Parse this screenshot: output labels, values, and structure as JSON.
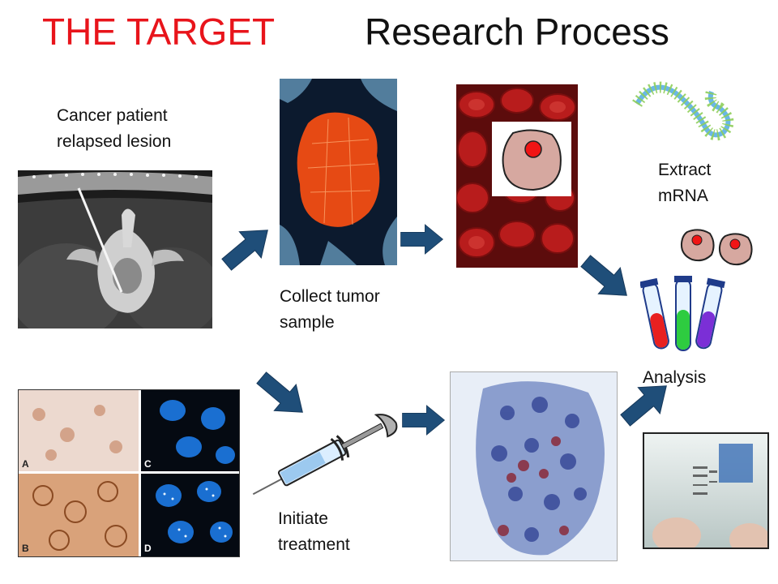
{
  "title": {
    "highlight": "THE TARGET",
    "main": "Research Process"
  },
  "labels": {
    "patient_line1": "Cancer patient",
    "patient_line2": "relapsed lesion",
    "collect_line1": "Collect tumor",
    "collect_line2": "sample",
    "extract_line1": "Extract",
    "extract_line2": "mRNA",
    "analysis": "Analysis",
    "initiate_line1": "Initiate",
    "initiate_line2": "treatment"
  },
  "stain_panel_letters": [
    "A",
    "B",
    "C",
    "D"
  ],
  "colors": {
    "title_red": "#e8141b",
    "arrow_blue": "#1f4e79",
    "tube_red": "#e82020",
    "tube_green": "#2ecc40",
    "tube_purple": "#7b2fd6"
  }
}
